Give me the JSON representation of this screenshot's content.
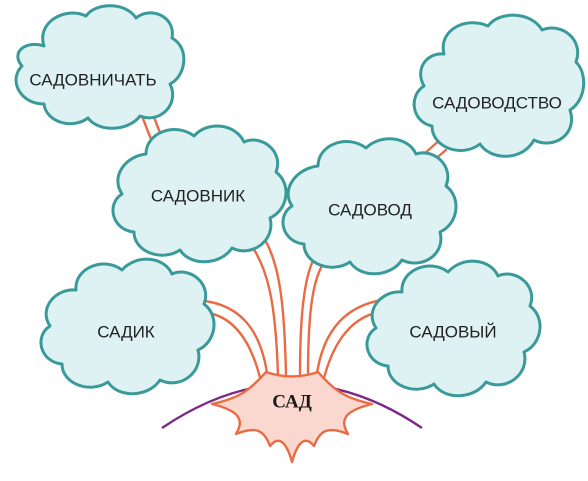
{
  "root": {
    "label": "САД"
  },
  "words": [
    {
      "id": "sadovnichat",
      "label": "САДОВНИЧАТЬ"
    },
    {
      "id": "sadovodstvo",
      "label": "САДОВОДСТВО"
    },
    {
      "id": "sadovnik",
      "label": "САДОВНИК"
    },
    {
      "id": "sadovod",
      "label": "САДОВОД"
    },
    {
      "id": "sadik",
      "label": "САДИК"
    },
    {
      "id": "sadovyi",
      "label": "САДОВЫЙ"
    }
  ],
  "colors": {
    "cloud_fill": "#dff2f3",
    "cloud_stroke": "#3a9a9a",
    "branch": "#ea6b43",
    "root_fill": "#fbd8cf",
    "ground_arc": "#7b2a86"
  }
}
